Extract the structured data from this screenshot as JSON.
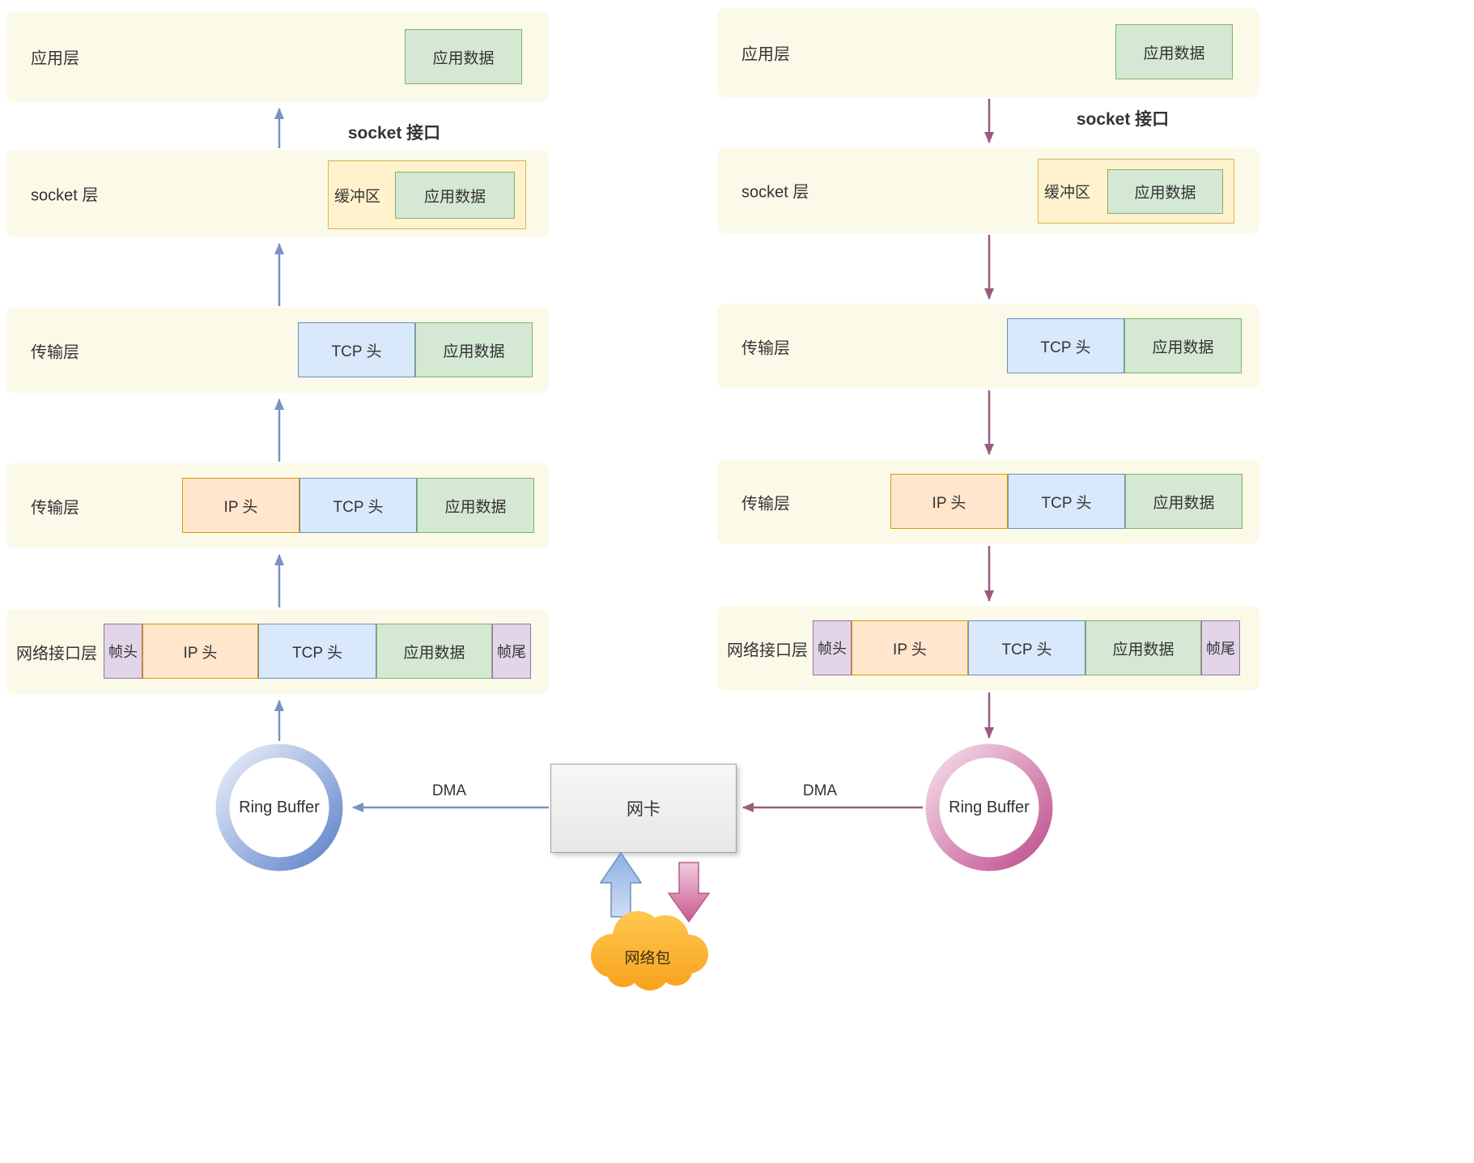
{
  "left": {
    "app": {
      "label": "应用层",
      "data": "应用数据"
    },
    "socket_interface": "socket 接口",
    "socket": {
      "label": "socket 层",
      "buffer": "缓冲区",
      "data": "应用数据"
    },
    "transport1": {
      "label": "传输层",
      "tcp": "TCP 头",
      "data": "应用数据"
    },
    "transport2": {
      "label": "传输层",
      "ip": "IP 头",
      "tcp": "TCP 头",
      "data": "应用数据"
    },
    "netif": {
      "label": "网络接口层",
      "frame_head": "帧头",
      "ip": "IP 头",
      "tcp": "TCP 头",
      "data": "应用数据",
      "frame_tail": "帧尾"
    },
    "ring_buffer": "Ring Buffer",
    "dma": "DMA"
  },
  "right": {
    "app": {
      "label": "应用层",
      "data": "应用数据"
    },
    "socket_interface": "socket 接口",
    "socket": {
      "label": "socket 层",
      "buffer": "缓冲区",
      "data": "应用数据"
    },
    "transport1": {
      "label": "传输层",
      "tcp": "TCP 头",
      "data": "应用数据"
    },
    "transport2": {
      "label": "传输层",
      "ip": "IP 头",
      "tcp": "TCP 头",
      "data": "应用数据"
    },
    "netif": {
      "label": "网络接口层",
      "frame_head": "帧头",
      "ip": "IP 头",
      "tcp": "TCP 头",
      "data": "应用数据",
      "frame_tail": "帧尾"
    },
    "ring_buffer": "Ring Buffer",
    "dma": "DMA"
  },
  "center": {
    "nic": "网卡",
    "cloud": "网络包"
  },
  "colors": {
    "row_bg": "#fbf9e8",
    "left_arrow": "#7b90c5",
    "right_arrow": "#9a5b7d",
    "green_fill": "#d5e8d4",
    "green_border": "#82b366",
    "yellow_fill": "#fff2cc",
    "yellow_border": "#d6b656",
    "blue_fill": "#dae8fc",
    "blue_border": "#6c8ebf",
    "orange_fill": "#ffe6cc",
    "orange_border": "#d79b00",
    "purple_fill": "#e1d5e7",
    "purple_border": "#9673a6",
    "nic_fill": "#f0f0f0",
    "cloud_fill": "#f9a825"
  }
}
